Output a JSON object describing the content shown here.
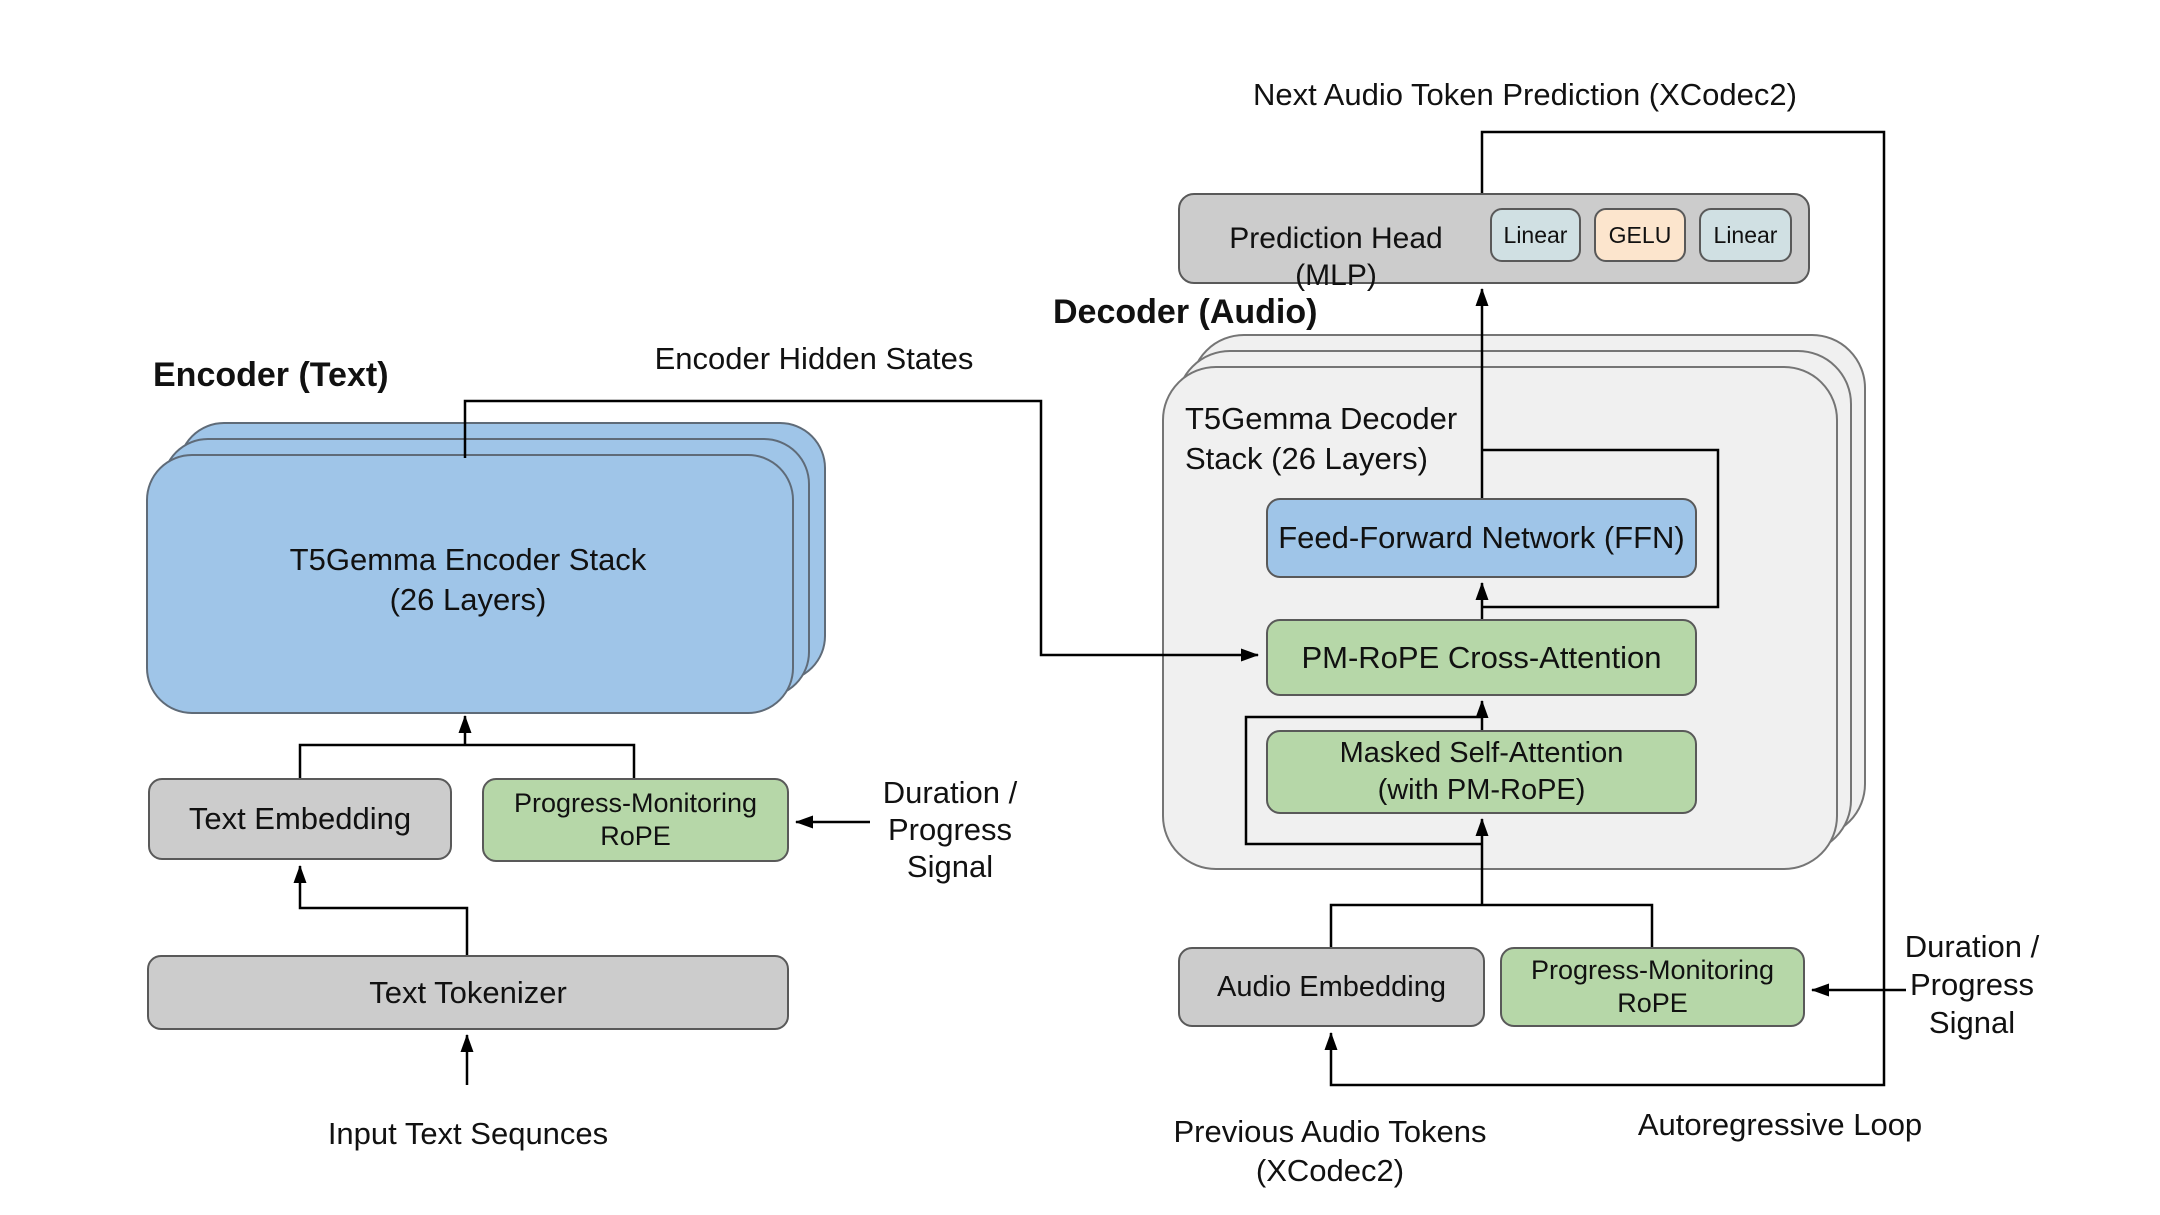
{
  "colors": {
    "blue": "#9fc5e8",
    "green": "#b6d7a8",
    "gray-box": "#cccccc",
    "stack-fill": "#f0f0f0",
    "chip-blue": "#d0e0e3",
    "chip-peach": "#fce5cd",
    "border": "#595959",
    "line": "#000000"
  },
  "title": "Next Audio Token Prediction (XCodec2)",
  "encoder": {
    "heading": "Encoder (Text)",
    "stack": {
      "line1": "T5Gemma Encoder Stack",
      "line2": "(26 Layers)"
    },
    "hidden_states_label": "Encoder Hidden States",
    "text_embedding_label": "Text Embedding",
    "rope": {
      "line1": "Progress-Monitoring",
      "line2": "RoPE"
    },
    "duration_signal": {
      "line1": "Duration /",
      "line2": "Progress",
      "line3": "Signal"
    },
    "tokenizer_label": "Text Tokenizer",
    "input_label": "Input Text Sequnces"
  },
  "decoder": {
    "heading": "Decoder (Audio)",
    "stack": {
      "line1": "T5Gemma Decoder",
      "line2": "Stack (26 Layers)"
    },
    "prediction_head": {
      "label": "Prediction Head (MLP)",
      "chips": [
        "Linear",
        "GELU",
        "Linear"
      ]
    },
    "ffn_label": "Feed-Forward Network (FFN)",
    "cross_attention_label": "PM-RoPE Cross-Attention",
    "masked_self_attention": {
      "line1": "Masked Self-Attention",
      "line2": "(with PM-RoPE)"
    },
    "audio_embedding_label": "Audio Embedding",
    "rope": {
      "line1": "Progress-Monitoring",
      "line2": "RoPE"
    },
    "duration_signal": {
      "line1": "Duration /",
      "line2": "Progress",
      "line3": "Signal"
    },
    "autoregressive_label": "Autoregressive Loop",
    "previous_tokens": {
      "line1": "Previous Audio Tokens",
      "line2": "(XCodec2)"
    }
  }
}
